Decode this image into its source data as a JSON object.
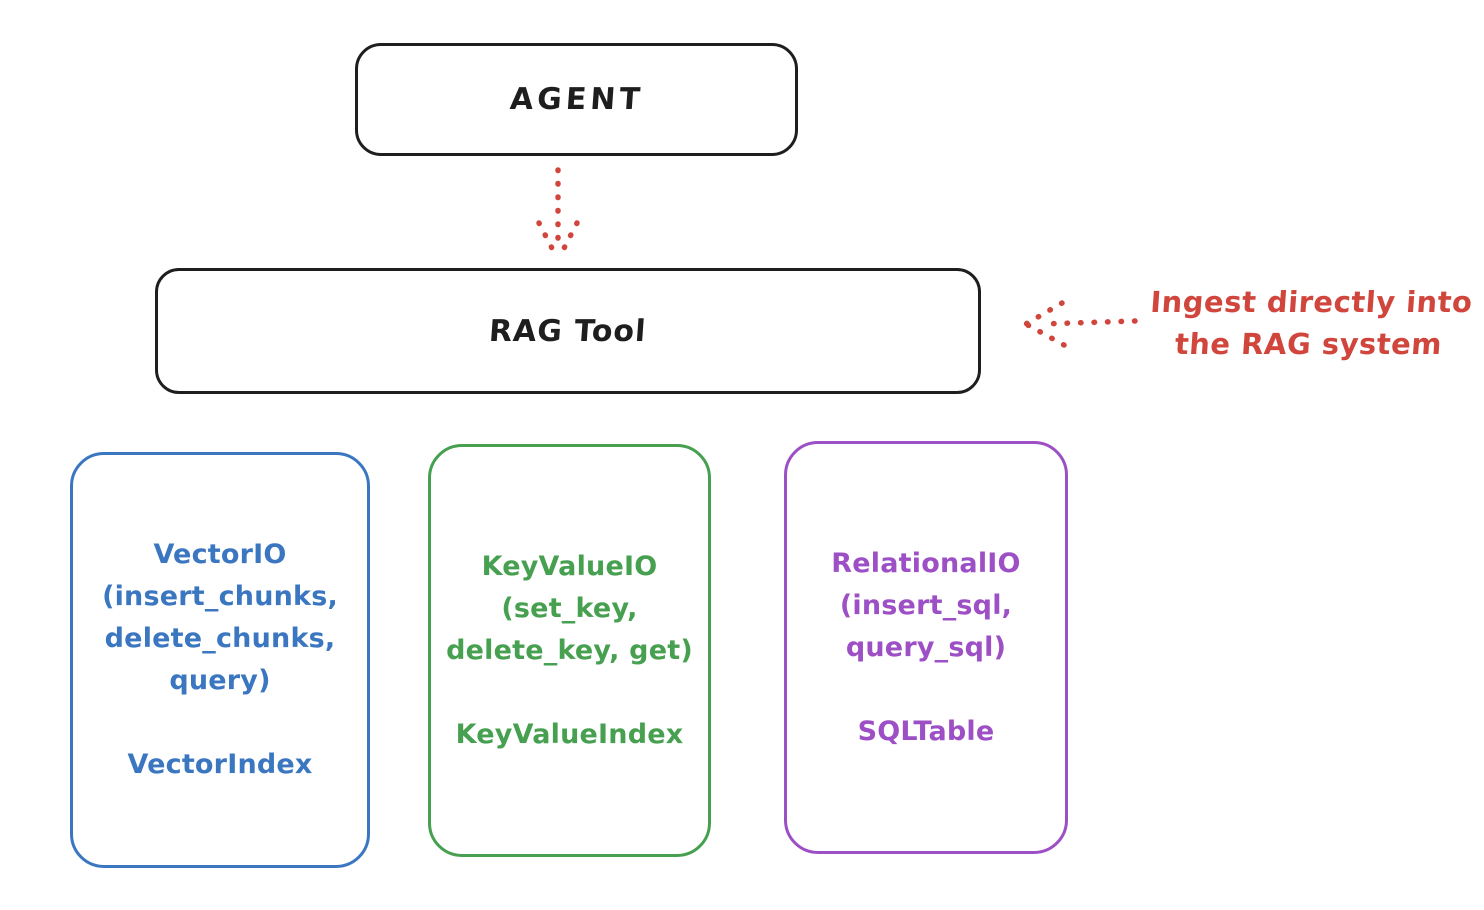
{
  "diagram": {
    "title_hint": "RAG Tool architecture diagram",
    "agent": {
      "label": "AGENT"
    },
    "rag_tool": {
      "label": "RAG Tool"
    },
    "annotation": {
      "line1": "Ingest directly into",
      "line2": "the RAG system"
    },
    "backends": [
      {
        "name": "VectorIO",
        "methods_lines": [
          "(insert_chunks,",
          "delete_chunks,",
          "query)"
        ],
        "index": "VectorIndex",
        "color": "#3b76c0"
      },
      {
        "name": "KeyValueIO",
        "methods_lines": [
          "(set_key,",
          "delete_key, get)"
        ],
        "index": "KeyValueIndex",
        "color": "#46a050"
      },
      {
        "name": "RelationalIO",
        "methods_lines": [
          "(insert_sql,",
          "query_sql)"
        ],
        "index": "SQLTable",
        "color": "#9d4fc5"
      }
    ],
    "colors": {
      "stroke": "#1e1e1e",
      "red": "#d0463d",
      "background": "#ffffff"
    }
  }
}
